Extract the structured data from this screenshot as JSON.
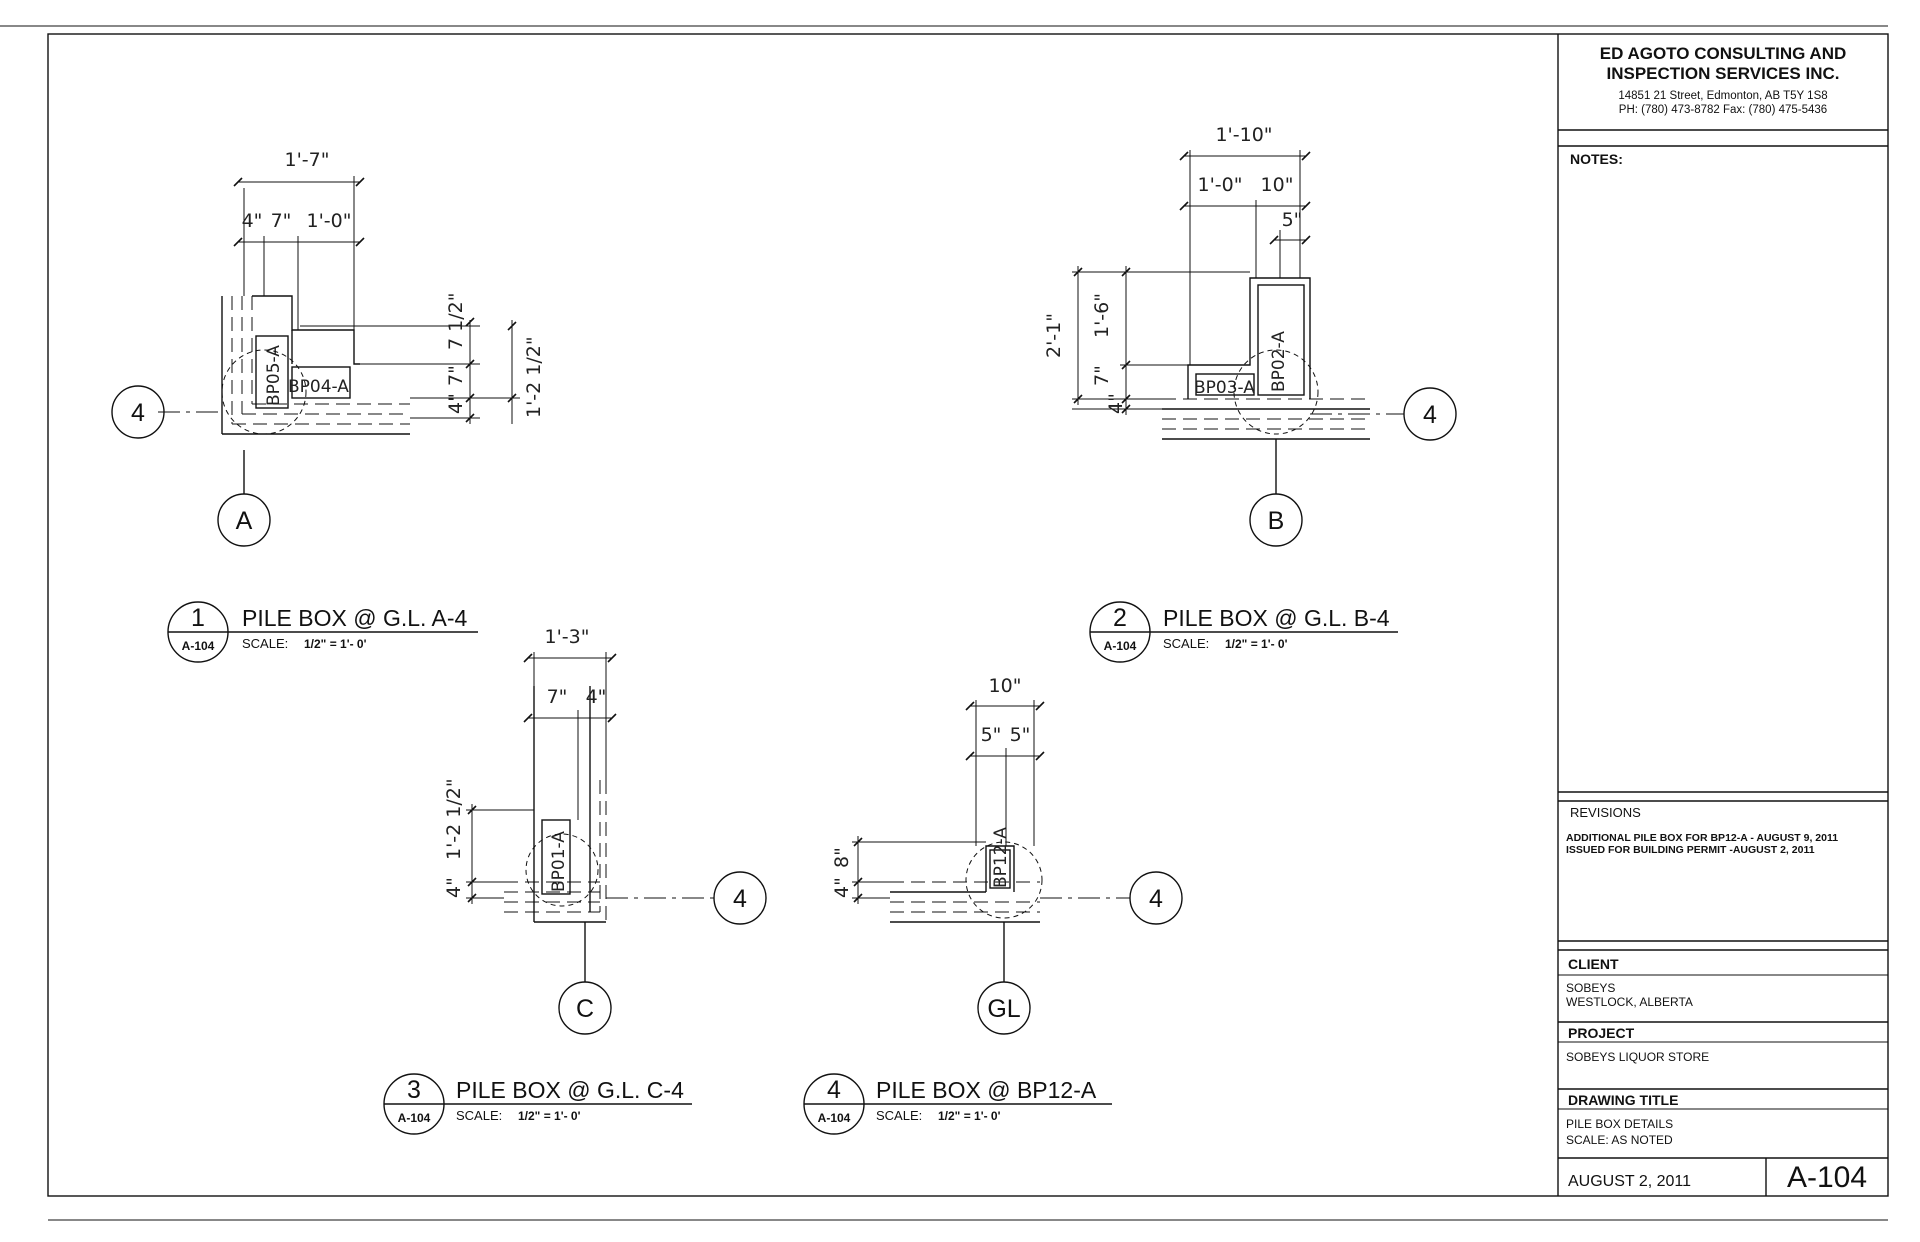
{
  "firm": {
    "name_line1": "ED AGOTO CONSULTING AND",
    "name_line2": "INSPECTION SERVICES INC.",
    "address": "14851 21 Street, Edmonton, AB  T5Y 1S8",
    "phone": "PH: (780) 473-8782  Fax: (780) 475-5436"
  },
  "notes": {
    "label": "NOTES:"
  },
  "revisions": {
    "label": "REVISIONS",
    "items": [
      "ADDITIONAL PILE BOX FOR BP12-A - AUGUST 9, 2011",
      "ISSUED FOR BUILDING PERMIT -AUGUST 2, 2011"
    ]
  },
  "client": {
    "label": "CLIENT",
    "line1": "SOBEYS",
    "line2": "WESTLOCK, ALBERTA"
  },
  "project": {
    "label": "PROJECT",
    "name": "SOBEYS LIQUOR STORE"
  },
  "drawing_title": {
    "label": "DRAWING TITLE",
    "line1": "PILE BOX DETAILS",
    "line2": "SCALE: AS NOTED"
  },
  "date": "AUGUST 2, 2011",
  "sheet_number": "A-104",
  "details": [
    {
      "number": "1",
      "sheet_ref": "A-104",
      "title": "PILE BOX @ G.L. A-4",
      "scale_label": "SCALE:",
      "scale_value": "1/2\" = 1'- 0'",
      "grid_h": "4",
      "grid_v": "A",
      "tags": [
        "BP05-A",
        "BP04-A"
      ],
      "dims": [
        "1'-7\"",
        "4\"",
        "7\"",
        "1'-0\"",
        "7 1/2\"",
        "7\"",
        "4\"",
        "1'-2 1/2\""
      ]
    },
    {
      "number": "2",
      "sheet_ref": "A-104",
      "title": "PILE BOX @ G.L. B-4",
      "scale_label": "SCALE:",
      "scale_value": "1/2\" = 1'- 0'",
      "grid_h": "4",
      "grid_v": "B",
      "tags": [
        "BP02-A",
        "BP03-A"
      ],
      "dims": [
        "1'-10\"",
        "1'-0\"",
        "10\"",
        "5\"",
        "2'-1\"",
        "1'-6\"",
        "7\"",
        "4\""
      ]
    },
    {
      "number": "3",
      "sheet_ref": "A-104",
      "title": "PILE BOX @ G.L. C-4",
      "scale_label": "SCALE:",
      "scale_value": "1/2\" = 1'- 0'",
      "grid_h": "4",
      "grid_v": "C",
      "tags": [
        "BP01-A"
      ],
      "dims": [
        "1'-3\"",
        "7\"",
        "4\"",
        "1'-2 1/2\"",
        "4\""
      ]
    },
    {
      "number": "4",
      "sheet_ref": "A-104",
      "title": "PILE BOX @ BP12-A",
      "scale_label": "SCALE:",
      "scale_value": "1/2\" = 1'- 0'",
      "grid_h": "4",
      "grid_v": "GL",
      "tags": [
        "BP12-A"
      ],
      "dims": [
        "10\"",
        "5\"",
        "5\"",
        "8\"",
        "4\""
      ]
    }
  ]
}
